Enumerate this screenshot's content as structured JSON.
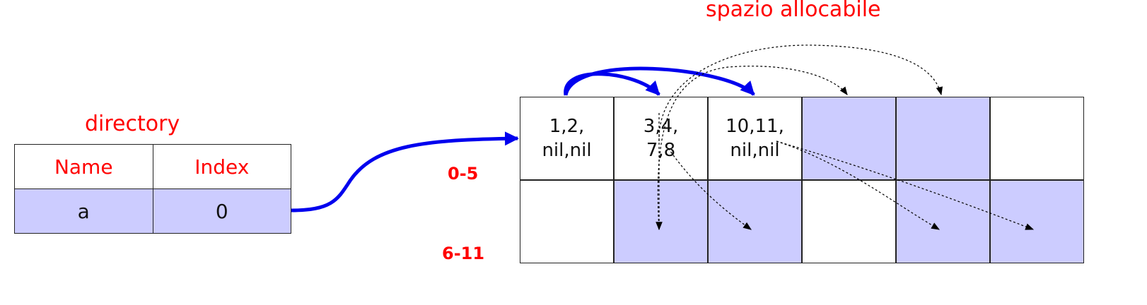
{
  "title": "spazio allocabile",
  "directory": {
    "label": "directory",
    "headers": [
      "Name",
      "Index"
    ],
    "rows": [
      [
        "a",
        "0"
      ]
    ]
  },
  "row_labels": [
    "0-5",
    "6-11"
  ],
  "blocks": [
    {
      "text": "1,2,\nnil,nil",
      "filled": false
    },
    {
      "text": "3,4,\n7,8",
      "filled": false
    },
    {
      "text": "10,11,\nnil,nil",
      "filled": false
    },
    {
      "text": "",
      "filled": true
    },
    {
      "text": "",
      "filled": true
    },
    {
      "text": "",
      "filled": false
    },
    {
      "text": "",
      "filled": false
    },
    {
      "text": "",
      "filled": true
    },
    {
      "text": "",
      "filled": true
    },
    {
      "text": "",
      "filled": false
    },
    {
      "text": "",
      "filled": true
    },
    {
      "text": "",
      "filled": true
    }
  ],
  "colors": {
    "label_red": "#ff0000",
    "block_fill": "#ccccff",
    "arrow_blue": "#0000ee",
    "border": "#222222"
  }
}
